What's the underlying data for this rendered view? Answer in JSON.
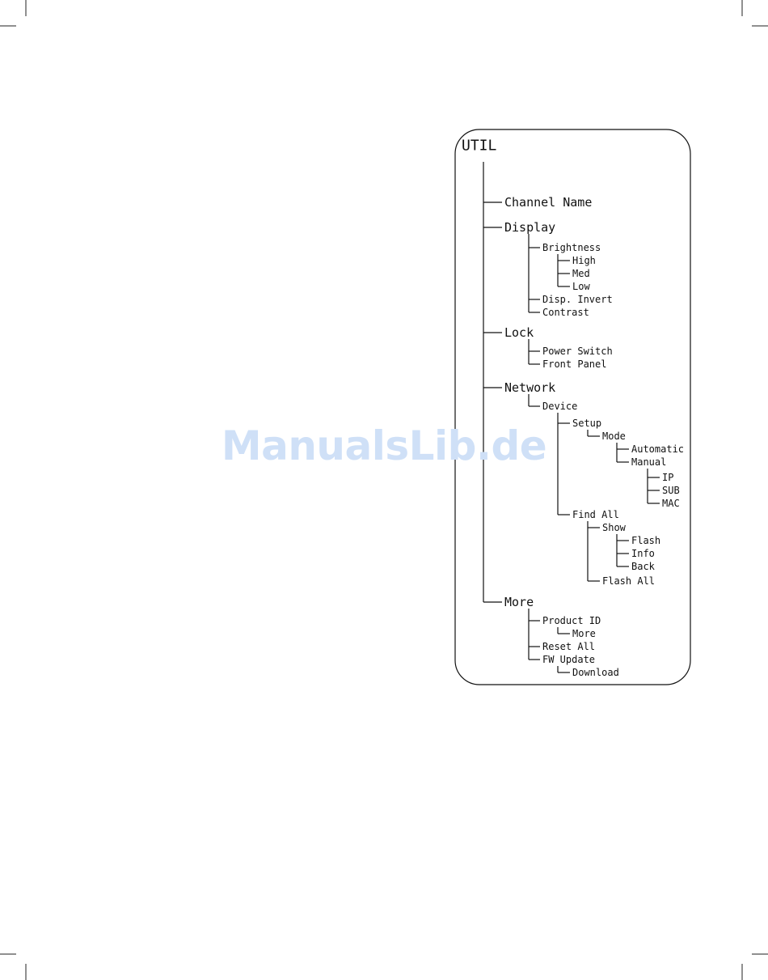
{
  "watermark": "ManualsLib.de",
  "menu_tree": {
    "label": "UTIL",
    "children": [
      {
        "label": "Channel Name",
        "children": []
      },
      {
        "label": "Display",
        "children": [
          {
            "label": "Brightness",
            "children": [
              {
                "label": "High",
                "children": []
              },
              {
                "label": "Med",
                "children": []
              },
              {
                "label": "Low",
                "children": []
              }
            ]
          },
          {
            "label": "Disp. Invert",
            "children": []
          },
          {
            "label": "Contrast",
            "children": []
          }
        ]
      },
      {
        "label": "Lock",
        "children": [
          {
            "label": "Power Switch",
            "children": []
          },
          {
            "label": "Front Panel",
            "children": []
          }
        ]
      },
      {
        "label": "Network",
        "children": [
          {
            "label": "Device",
            "children": [
              {
                "label": "Setup",
                "children": [
                  {
                    "label": "Mode",
                    "children": [
                      {
                        "label": "Automatic",
                        "children": []
                      },
                      {
                        "label": "Manual",
                        "children": [
                          {
                            "label": "IP",
                            "children": []
                          },
                          {
                            "label": "SUB",
                            "children": []
                          },
                          {
                            "label": "MAC",
                            "children": []
                          }
                        ]
                      }
                    ]
                  }
                ]
              },
              {
                "label": "Find All",
                "children": [
                  {
                    "label": "Show",
                    "children": [
                      {
                        "label": "Flash",
                        "children": []
                      },
                      {
                        "label": "Info",
                        "children": []
                      },
                      {
                        "label": "Back",
                        "children": []
                      }
                    ]
                  },
                  {
                    "label": "Flash All",
                    "children": []
                  }
                ]
              }
            ]
          }
        ]
      },
      {
        "label": "More",
        "children": [
          {
            "label": "Product ID",
            "children": [
              {
                "label": "More",
                "children": []
              }
            ]
          },
          {
            "label": "Reset All",
            "children": []
          },
          {
            "label": "FW Update",
            "children": [
              {
                "label": "Download",
                "children": []
              }
            ]
          }
        ]
      }
    ]
  }
}
